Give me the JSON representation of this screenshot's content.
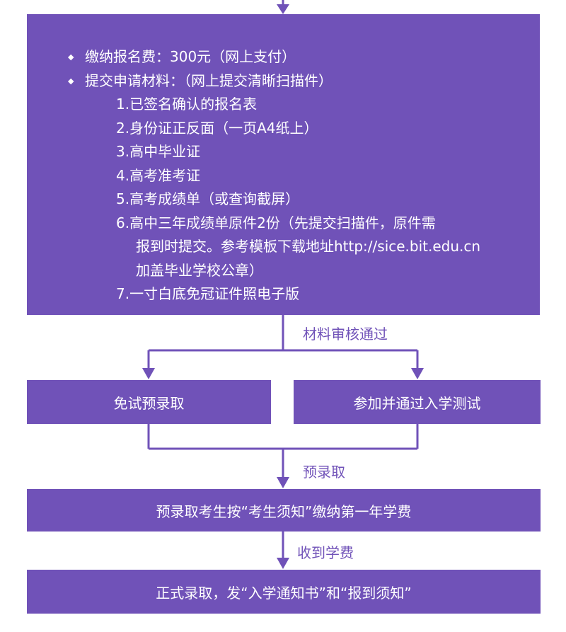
{
  "main_box": {
    "items": [
      {
        "type": "bullet",
        "text": "缴纳报名费：300元（网上支付）"
      },
      {
        "type": "bullet",
        "text": "提交申请材料：（网上提交清晰扫描件）"
      },
      {
        "type": "sub",
        "text": "1.已签名确认的报名表"
      },
      {
        "type": "sub",
        "text": "2.身份证正反面（一页A4纸上）"
      },
      {
        "type": "sub",
        "text": "3.高中毕业证"
      },
      {
        "type": "sub",
        "text": "4.高考准考证"
      },
      {
        "type": "sub",
        "text": "5.高考成绩单（或查询截屏）"
      },
      {
        "type": "sub",
        "text": "6.高中三年成绩单原件2份（先提交扫描件，原件需"
      },
      {
        "type": "cont",
        "text": "报到时提交。参考模板下载地址http://sice.bit.edu.cn"
      },
      {
        "type": "cont",
        "text": "加盖毕业学校公章）"
      },
      {
        "type": "sub",
        "text": "7.一寸白底免冠证件照电子版"
      }
    ]
  },
  "labels": {
    "review_passed": "材料审核通过",
    "pre_admit": "预录取",
    "fee_received": "收到学费"
  },
  "boxes": {
    "exempt": "免试预录取",
    "test": "参加并通过入学测试",
    "pay_tuition": "预录取考生按“考生须知”缴纳第一年学费",
    "final": "正式录取，发“入学通知书”和“报到须知”"
  },
  "colors": {
    "box_fill": "#7052b8",
    "box_text": "#ffffff",
    "label_text": "#7052b8"
  }
}
